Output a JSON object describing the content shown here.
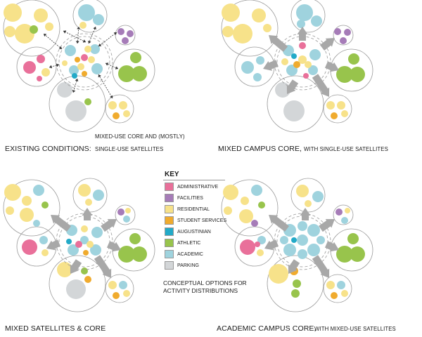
{
  "colors": {
    "administrative": "#e9709a",
    "facilities": "#a67cb8",
    "residential": "#f7e28a",
    "student_services": "#f0ab2e",
    "augustinian": "#22aac8",
    "athletic": "#98c44c",
    "academic": "#9fd3de",
    "parking": "#d3d6d8",
    "arrow": "#a8a8a8",
    "ring": "#9a9a9a"
  },
  "captions": {
    "existing_label": "EXISTING CONDITIONS:",
    "existing_sub_1": "MIXED-USE CORE AND (MOSTLY)",
    "existing_sub_2": "SINGLE-USE SATELLITES",
    "mixed_core_main": "MIXED CAMPUS CORE,",
    "mixed_core_sub": "WITH SINGLE-USE SATELLITES",
    "mixed_satellites": "MIXED SATELLITES & CORE",
    "academic_core_main": "ACADEMIC CAMPUS CORE,",
    "academic_core_sub": "WITH MIXED-USE SATELLITES"
  },
  "key": {
    "title": "KEY",
    "items": [
      {
        "label": "ADMINISTRATIVE",
        "color": "#e9709a"
      },
      {
        "label": "FACILITIES",
        "color": "#a67cb8"
      },
      {
        "label": "RESIDENTIAL",
        "color": "#f7e28a"
      },
      {
        "label": "STUDENT SERVICES",
        "color": "#f0ab2e"
      },
      {
        "label": "AUGUSTINIAN",
        "color": "#22aac8"
      },
      {
        "label": "ATHLETIC",
        "color": "#98c44c"
      },
      {
        "label": "ACADEMIC",
        "color": "#9fd3de"
      },
      {
        "label": "PARKING",
        "color": "#d3d6d8"
      }
    ]
  },
  "options_text": {
    "line1": "CONCEPTUAL OPTIONS FOR",
    "line2": "ACTIVITY DISTRIBUTIONS"
  }
}
